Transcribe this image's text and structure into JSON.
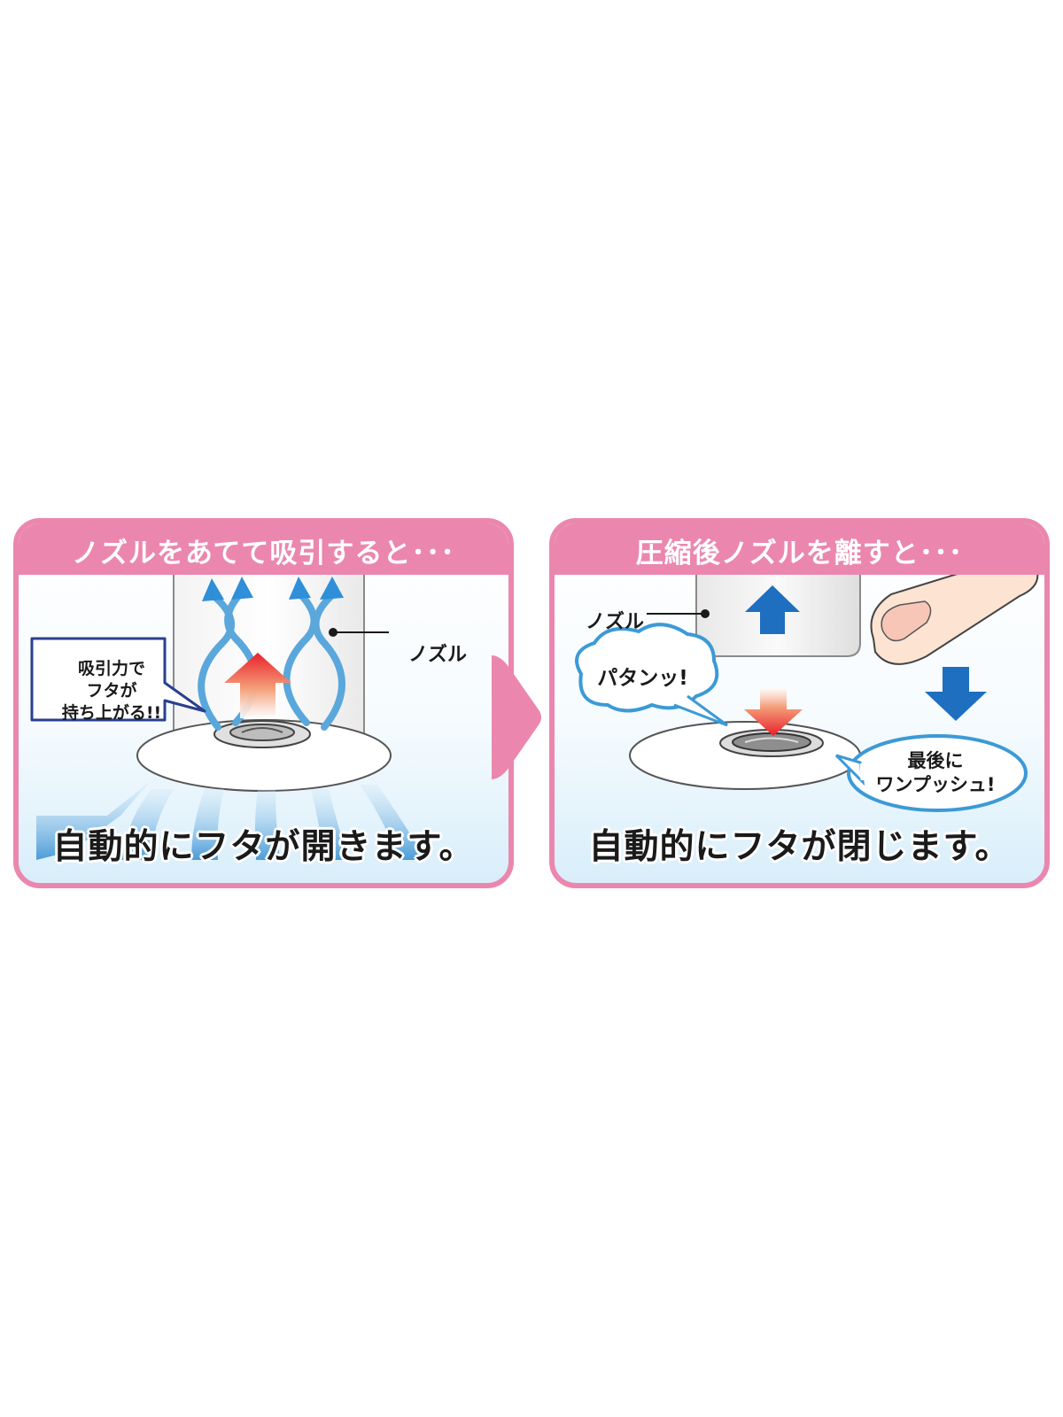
{
  "colors": {
    "accent": "#eb87ae",
    "red_arrow": "#e8202a",
    "blue_arrow": "#1e6fc0",
    "airflow": "#5aa7dc"
  },
  "left_panel": {
    "header": "ノズルをあてて吸引すると･･･",
    "nozzle_label": "ノズル",
    "bubble": "吸引力で\nフタが\n持ち上がる!!",
    "caption": "自動的にフタが開きます。"
  },
  "right_panel": {
    "header": "圧縮後ノズルを離すと･･･",
    "nozzle_label": "ノズル",
    "snap_bubble": "パタンッ!",
    "push_bubble": "最後に\nワンプッシュ!",
    "caption": "自動的にフタが閉じます。"
  },
  "icons": [
    "nozzle-icon",
    "valve-disc-icon",
    "airflow-arrow-icon",
    "up-arrow-icon",
    "down-arrow-icon",
    "finger-icon",
    "chevron-right-icon"
  ]
}
